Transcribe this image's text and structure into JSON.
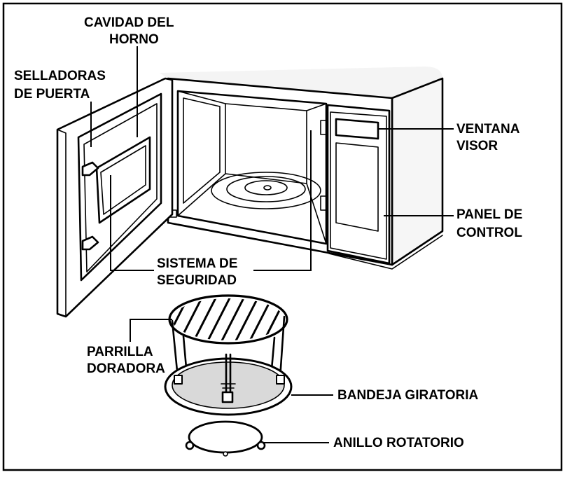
{
  "labels": {
    "cavidad_line1": "CAVIDAD DEL",
    "cavidad_line2": "HORNO",
    "selladoras_line1": "SELLADORAS",
    "selladoras_line2": "DE PUERTA",
    "ventana_line1": "VENTANA",
    "ventana_line2": "VISOR",
    "panel_line1": "PANEL DE",
    "panel_line2": "CONTROL",
    "sistema_line1": "SISTEMA DE",
    "sistema_line2": "SEGURIDAD",
    "parrilla_line1": "PARRILLA",
    "parrilla_line2": "DORADORA",
    "bandeja": "BANDEJA GIRATORIA",
    "anillo": "ANILLO ROTATORIO"
  }
}
